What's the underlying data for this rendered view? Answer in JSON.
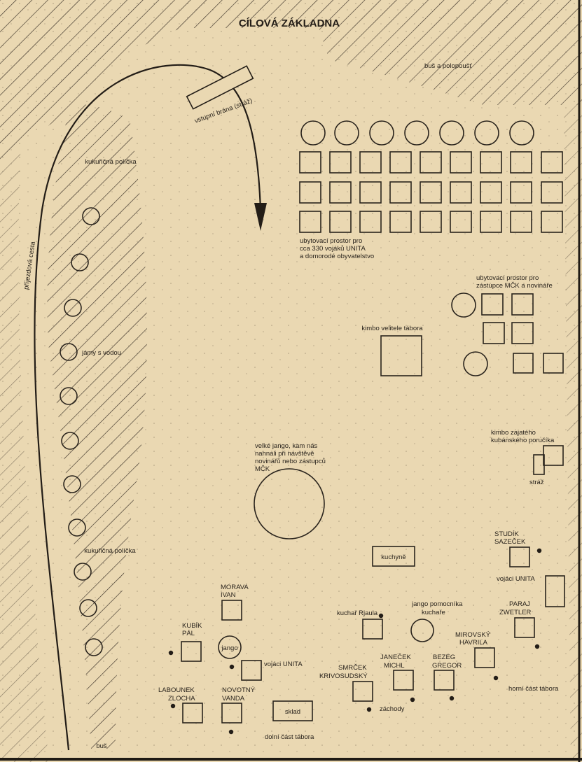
{
  "title": "CÍLOVÁ ZÁKLADNA",
  "labels": {
    "gate": "vstupní brána (stráž)",
    "bush_semidesert": "buš a polopoušť",
    "access_road": "příjezdová cesta",
    "kitchen_field_top": "kukuřičná políčka",
    "water_pits": "jámy s vodou",
    "kitchen_field_bottom": "kukuřičná políčka",
    "bush_bottom": "buš",
    "quarters_unita_line1": "ubytovací prostor pro",
    "quarters_unita_line2": "cca 330 vojáků UNITA",
    "quarters_unita_line3": "a domorodé obyvatelstvo",
    "quarters_icrc_line1": "ubytovací prostor pro",
    "quarters_icrc_line2": "zástupce MČK a novináře",
    "commander_kimbo": "kimbo velitele tábora",
    "big_jango_line1": "velké jango, kam nás",
    "big_jango_line2": "nahnali při návštěvě",
    "big_jango_line3": "novinářů nebo zástupců",
    "big_jango_line4": "MČK",
    "captive_kimbo_line1": "kimbo zajatého",
    "captive_kimbo_line2": "kubánského poručíka",
    "guard": "stráž",
    "kitchens": "kuchyně",
    "studik_line1": "STUDÍK",
    "studik_line2": "SAZEČEK",
    "unita_soldiers_right": "vojáci UNITA",
    "paraj_line1": "PARAJ",
    "paraj_line2": "ZWETLER",
    "mirovsky_line1": "MIROVSKÝ",
    "mirovsky_line2": "HAVRILA",
    "upper_camp": "horní část tábora",
    "cook": "kuchař Rjaula",
    "cook_helper_line1": "jango pomocníka",
    "cook_helper_line2": "kuchaře",
    "morava_line1": "MORAVA",
    "morava_line2": "IVAN",
    "kubik_line1": "KUBÍK",
    "kubik_line2": "PÁL",
    "jango": "jango",
    "unita_soldiers_left": "vojáci UNITA",
    "labounek_line1": "LABOUNEK",
    "labounek_line2": "ZLOCHA",
    "novotny_line1": "NOVOTNÝ",
    "novotny_line2": "VANDA",
    "store": "sklad",
    "lower_camp": "dolní část tábora",
    "smrcek_line1": "SMRČEK",
    "smrcek_line2": "KRIVOSUDSKÝ",
    "janecek_line1": "JANEČEK",
    "janecek_line2": "MICHL",
    "bezeg_line1": "BEZEG",
    "bezeg_line2": "GREGOR",
    "latrines": "záchody"
  }
}
